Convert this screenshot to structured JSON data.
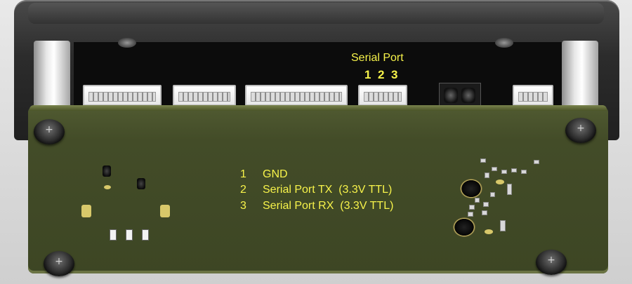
{
  "header": {
    "serial_port_title": "Serial Port",
    "pin_labels": [
      "1",
      "2",
      "3"
    ]
  },
  "legend": [
    {
      "num": "1",
      "text": "GND"
    },
    {
      "num": "2",
      "text": "Serial Port TX  (3.3V TTL)"
    },
    {
      "num": "3",
      "text": "Serial Port RX  (3.3V TTL)"
    }
  ],
  "colors": {
    "label_yellow": "#f7f34a",
    "pcb_green": "#434c28",
    "frame_dark": "#202020"
  }
}
